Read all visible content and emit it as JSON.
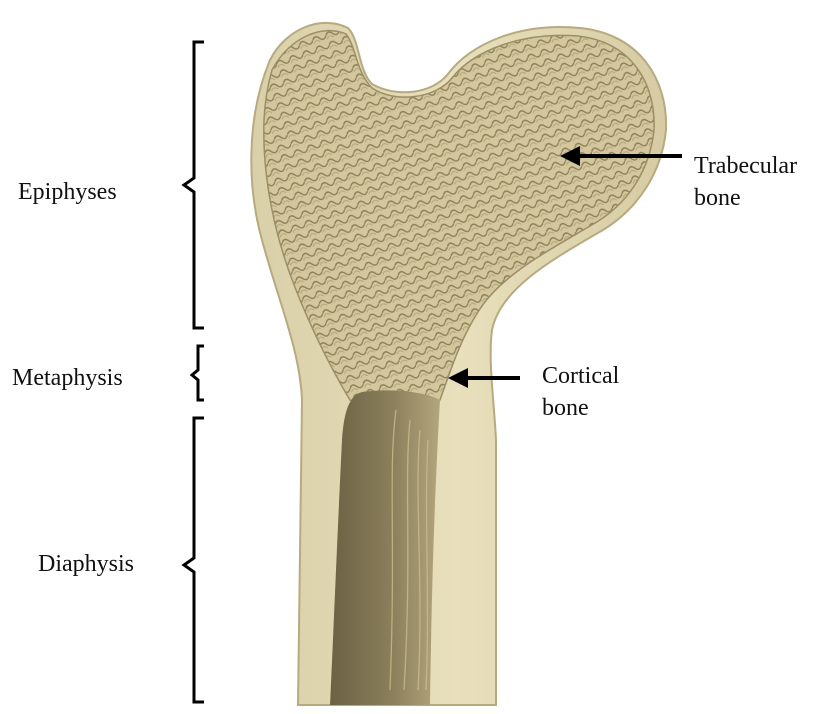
{
  "regions": {
    "epiphyses": "Epiphyses",
    "metaphysis": "Metaphysis",
    "diaphysis": "Diaphysis"
  },
  "tissues": {
    "trabecular": {
      "line1": "Trabecular",
      "line2": "bone"
    },
    "cortical": {
      "line1": "Cortical",
      "line2": "bone"
    }
  },
  "colors": {
    "background": "#ffffff",
    "bone_light": "#e7ddb6",
    "bone_mid": "#cfc196",
    "bone_dark": "#6f6547",
    "ink": "#000000"
  }
}
